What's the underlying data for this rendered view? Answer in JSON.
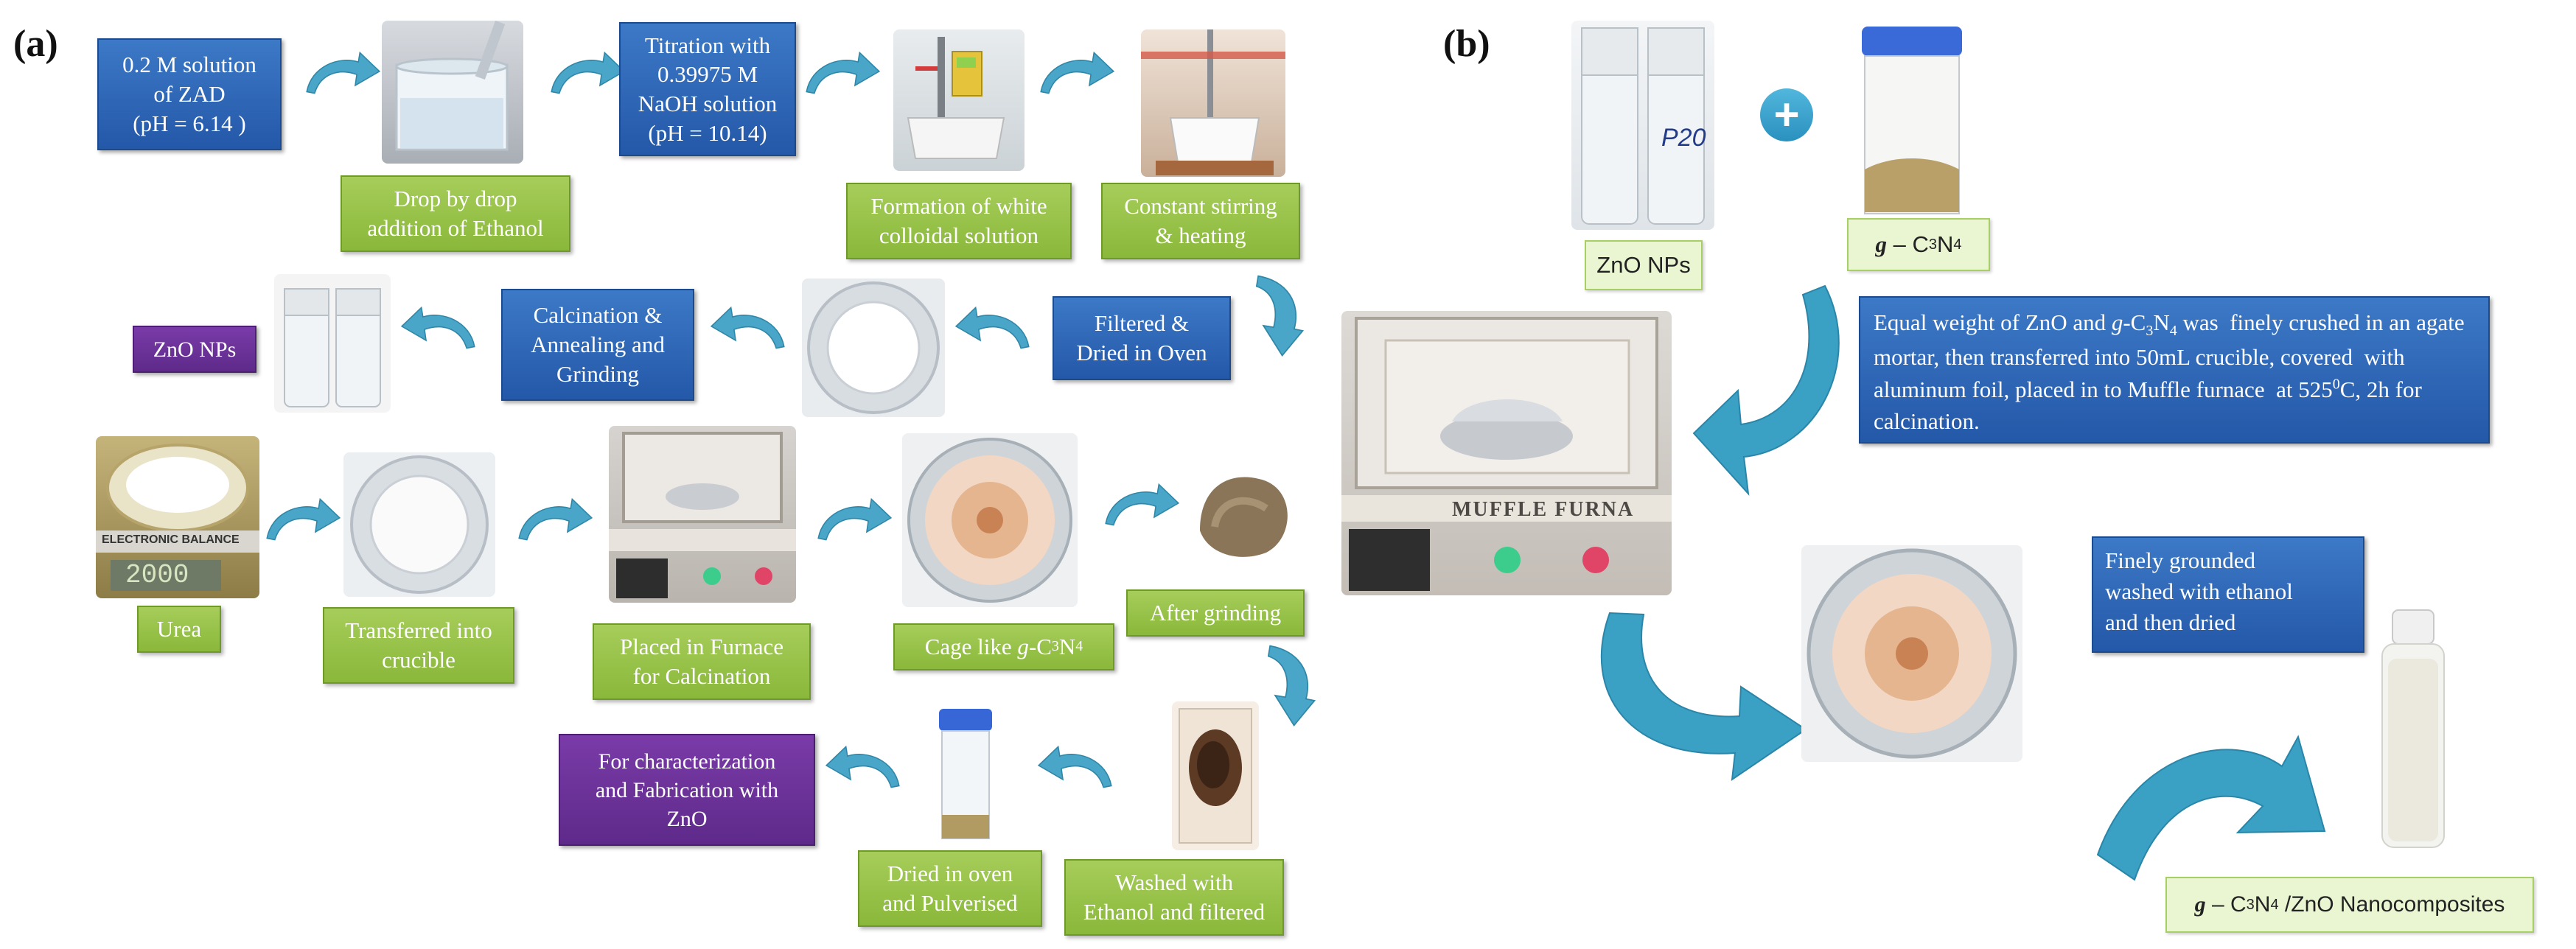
{
  "panels": {
    "a": "(a)",
    "b": "(b)"
  },
  "a": {
    "zad": "0.2 M solution\nof ZAD\n(pH = 6.14 )",
    "ethanol_drop": "Drop by drop\naddition of Ethanol",
    "titration": "Titration with\n0.39975 M\nNaOH solution\n(pH = 10.14)",
    "white_colloid": "Formation of white\ncolloidal solution",
    "stirring": "Constant stirring\n& heating",
    "filtered": "Filtered &\nDried in Oven",
    "calcination": "Calcination &\nAnnealing and\nGrinding",
    "zno_nps": "ZnO NPs",
    "urea": "Urea",
    "crucible": "Transferred into\ncrucible",
    "furnace": "Placed in Furnace\nfor Calcination",
    "cage_prefix": "Cage like ",
    "cage_g": "g",
    "cage_c": "-C",
    "cage_3": "3",
    "cage_n": "N",
    "cage_4": "4",
    "after_grinding": "After grinding",
    "washed": "Washed with\nEthanol and filtered",
    "dried_oven": "Dried in oven\nand Pulverised",
    "characterization": "For characterization\nand Fabrication with\nZnO",
    "balance_label": "ELECTRONIC BALANCE",
    "balance_value": "2000"
  },
  "b": {
    "zno_nps": "ZnO NPs",
    "plus": "+",
    "gcn_g": "g",
    "gcn_dash": " – C",
    "gcn_3": "3",
    "gcn_n": "N",
    "gcn_4": "4",
    "description_1": "Equal weight of ZnO and ",
    "description_g": "g",
    "description_2": "-C",
    "description_3": "3",
    "description_n": "N",
    "description_4": "4",
    "description_5": " was  finely crushed in an agate mortar, then transferred into 50mL crucible, covered  with aluminum foil, placed in to Muffle furnace  at 525",
    "description_0": "0",
    "description_6": "C, 2h for calcination.",
    "finely": "Finely grounded\nwashed with ethanol\nand then dried",
    "nano_g": "g",
    "nano_dash": " – C",
    "nano_3": "3",
    "nano_n": "N",
    "nano_4": "4",
    "nano_rest": " /ZnO Nanocomposites",
    "furnace_label": "MUFFLE FURNA",
    "bottle_label": "P20"
  },
  "colors": {
    "arrow": "#4aa6c8",
    "big_arrow": "#3aa0c4",
    "blue_box": "#2d65b5",
    "green_box": "#96c348",
    "purple_box": "#6a3196"
  }
}
